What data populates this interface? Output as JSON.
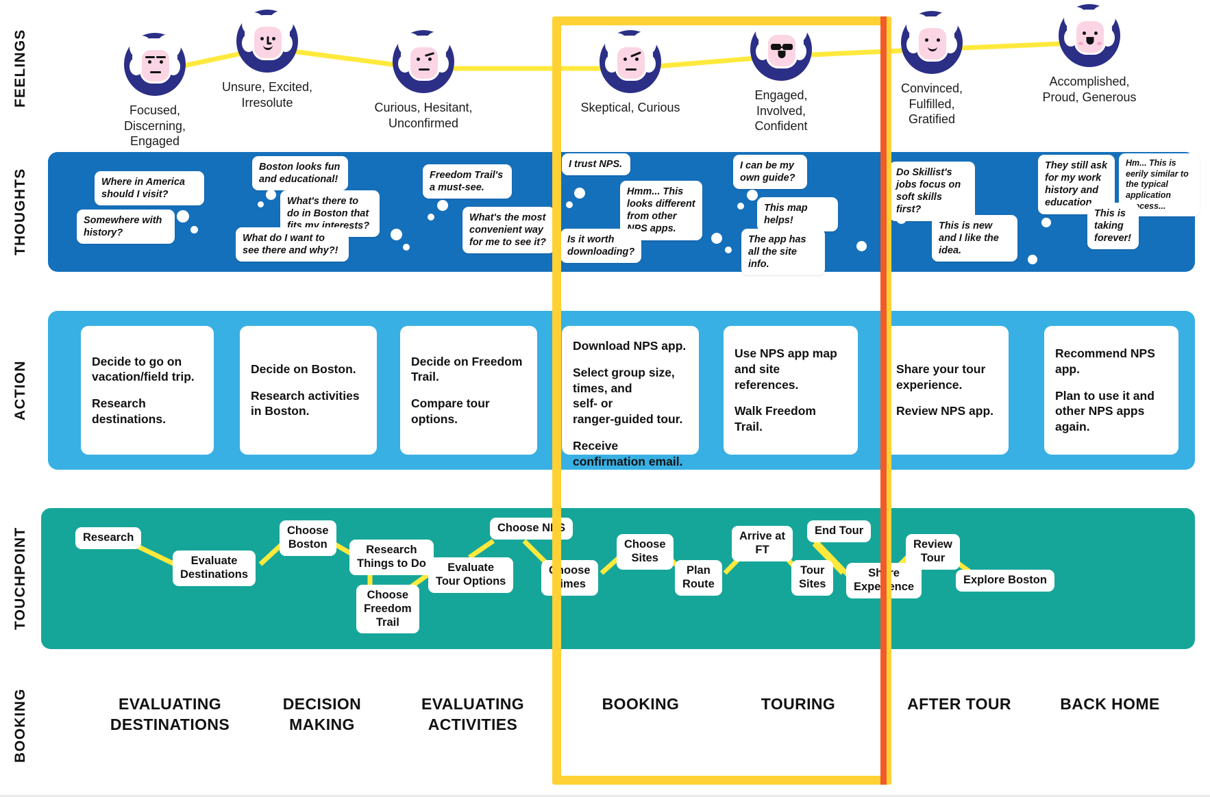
{
  "rows": {
    "feelings_label": "FEELINGS",
    "thoughts_label": "THOUGHTS",
    "action_label": "ACTION",
    "touchpoint_label": "TOUCHPOINT",
    "booking_label": "BOOKING"
  },
  "colors": {
    "thoughts_band": "#1570bb",
    "action_band": "#38b0e3",
    "touchpoint_band": "#16a699",
    "avatar_circle": "#2b2f86",
    "face_skin": "#fbd5e3",
    "connector_line": "#ffe93d",
    "highlight_yellow": "#ffd134",
    "highlight_orange": "#f15b2a"
  },
  "feelings": [
    {
      "mood": "neutral-stern",
      "label": "Focused, Discerning,\nEngaged"
    },
    {
      "mood": "slight-smile",
      "label": "Unsure, Excited,\nIrresolute"
    },
    {
      "mood": "quizzical",
      "label": "Curious, Hesitant,\nUnconfirmed"
    },
    {
      "mood": "skeptical-brow",
      "label": "Skeptical, Curious"
    },
    {
      "mood": "sunglasses",
      "label": "Engaged, Involved,\nConfident"
    },
    {
      "mood": "happy",
      "label": "Convinced, Fulfilled,\nGratified"
    },
    {
      "mood": "delighted",
      "label": "Accomplished,\nProud, Generous"
    }
  ],
  "thoughts": [
    "Where in America should I visit?",
    "Somewhere with history?",
    "Boston looks fun and educational!",
    "What's there to do in Boston that fits my interests?",
    "What do I want to see there and why?!",
    "Freedom Trail's a must-see.",
    "What's the most convenient way for me to see it?",
    "I trust NPS.",
    "Hmm... This looks different from other NPS apps.",
    "Is it worth downloading?",
    "I can be my own guide?",
    "This map helps!",
    "The app has all the site info.",
    "Do Skillist's jobs focus on soft skills first?",
    "This is new and I like the idea.",
    "They still ask for my work history and education...",
    "Hm... This is eerily similar to the typical application process...",
    "This is taking forever!"
  ],
  "actions": [
    [
      "Decide to go on vacation/field trip.",
      "Research destinations."
    ],
    [
      "Decide on Boston.",
      "Research activities in Boston."
    ],
    [
      "Decide on Freedom Trail.",
      "Compare tour options."
    ],
    [
      "Download NPS app.",
      "Select group size, times, and\nself- or\nranger-guided tour.",
      "Receive confirmation email."
    ],
    [
      "Use NPS app map and site references.",
      "Walk Freedom Trail."
    ],
    [
      "Share your tour experience.",
      "Review NPS app."
    ],
    [
      "Recommend NPS app.",
      "Plan to use it and other NPS apps again."
    ]
  ],
  "touchpoints": [
    "Research",
    "Evaluate\nDestinations",
    "Choose\nBoston",
    "Research\nThings to Do",
    "Choose\nFreedom\nTrail",
    "Evaluate\nTour Options",
    "Choose NPS",
    "Choose\nTimes",
    "Choose\nSites",
    "Plan\nRoute",
    "Arrive at\nFT",
    "Tour\nSites",
    "End Tour",
    "Share\nExperience",
    "Review\nTour",
    "Explore Boston"
  ],
  "stages": [
    "EVALUATING\nDESTINATIONS",
    "DECISION\nMAKING",
    "EVALUATING\nACTIVITIES",
    "BOOKING",
    "TOURING",
    "AFTER TOUR",
    "BACK HOME"
  ]
}
